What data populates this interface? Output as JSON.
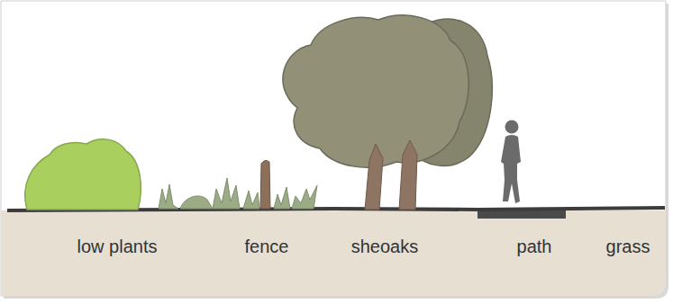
{
  "diagram": {
    "labels": [
      "low plants",
      "fence",
      "sheoaks",
      "path",
      "grass"
    ]
  }
}
